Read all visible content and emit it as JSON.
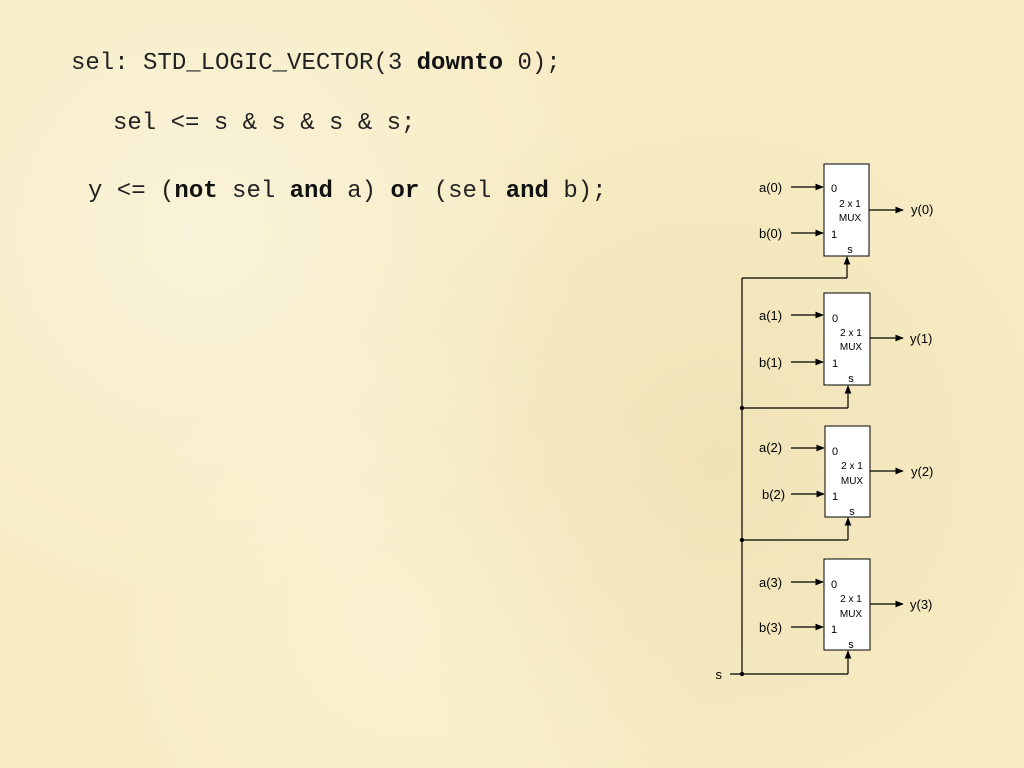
{
  "code": {
    "line1": {
      "prefix": "sel: STD_LOGIC_VECTOR(3 ",
      "kw": "downto",
      "suffix": " 0);"
    },
    "line2": "sel <= s & s & s & s;",
    "line3": {
      "p1": "y <= (",
      "kw_not": "not",
      "p2": " sel ",
      "kw_and1": "and",
      "p3": " a) ",
      "kw_or": "or",
      "p4": " (sel ",
      "kw_and2": "and",
      "p5": " b);"
    }
  },
  "diagram": {
    "muxes": [
      {
        "a_label": "a(0)",
        "b_label": "b(0)",
        "y_label": "y(0)",
        "in0": "0",
        "in1": "1",
        "type_line1": "2 x 1",
        "type_line2": "MUX",
        "sel_label": "s"
      },
      {
        "a_label": "a(1)",
        "b_label": "b(1)",
        "y_label": "y(1)",
        "in0": "0",
        "in1": "1",
        "type_line1": "2 x 1",
        "type_line2": "MUX",
        "sel_label": "s"
      },
      {
        "a_label": "a(2)",
        "b_label": "b(2)",
        "y_label": "y(2)",
        "in0": "0",
        "in1": "1",
        "type_line1": "2 x 1",
        "type_line2": "MUX",
        "sel_label": "s"
      },
      {
        "a_label": "a(3)",
        "b_label": "b(3)",
        "y_label": "y(3)",
        "in0": "0",
        "in1": "1",
        "type_line1": "2 x 1",
        "type_line2": "MUX",
        "sel_label": "s"
      }
    ],
    "select_input_label": "s"
  }
}
